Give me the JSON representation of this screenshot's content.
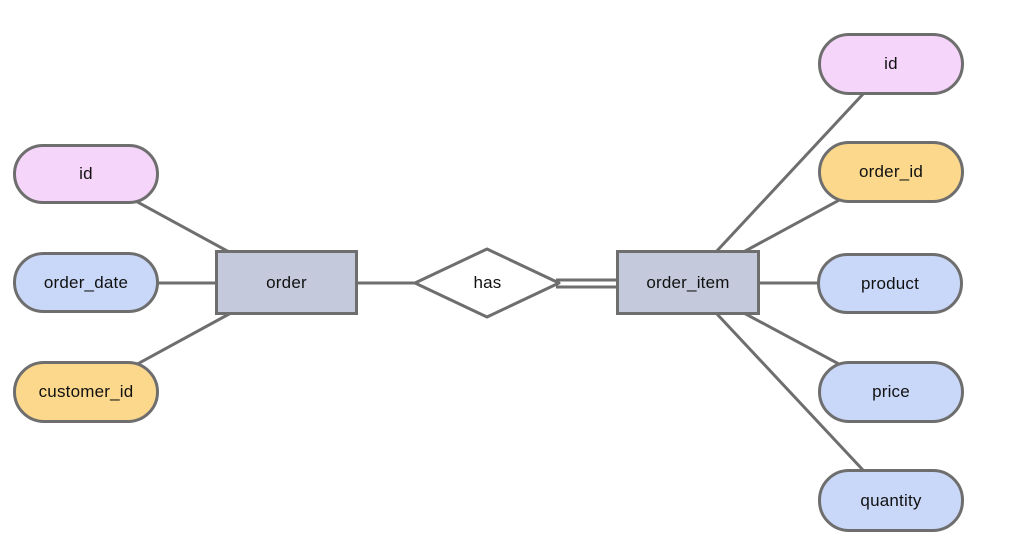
{
  "diagram": {
    "kind": "entity-relationship",
    "background": "#ffffff",
    "colors": {
      "line": "#6e6e6e",
      "text": "#111111",
      "entity_fill": "#c4c9db",
      "relationship_fill": "#ffffff",
      "attr_pink": "#f6d5fa",
      "attr_blue": "#c9d8f8",
      "attr_orange": "#fcd88c"
    },
    "entities": [
      {
        "label": "order",
        "attributes": [
          {
            "label": "id",
            "color": "#f6d5fa"
          },
          {
            "label": "order_date",
            "color": "#c9d8f8"
          },
          {
            "label": "customer_id",
            "color": "#fcd88c"
          }
        ]
      },
      {
        "label": "order_item",
        "attributes": [
          {
            "label": "id",
            "color": "#f6d5fa"
          },
          {
            "label": "order_id",
            "color": "#fcd88c"
          },
          {
            "label": "product",
            "color": "#c9d8f8"
          },
          {
            "label": "price",
            "color": "#c9d8f8"
          },
          {
            "label": "quantity",
            "color": "#c9d8f8"
          }
        ]
      }
    ],
    "relationships": [
      {
        "label": "has",
        "from": "order",
        "to": "order_item",
        "from_line_style": "single",
        "to_line_style": "double"
      }
    ]
  }
}
